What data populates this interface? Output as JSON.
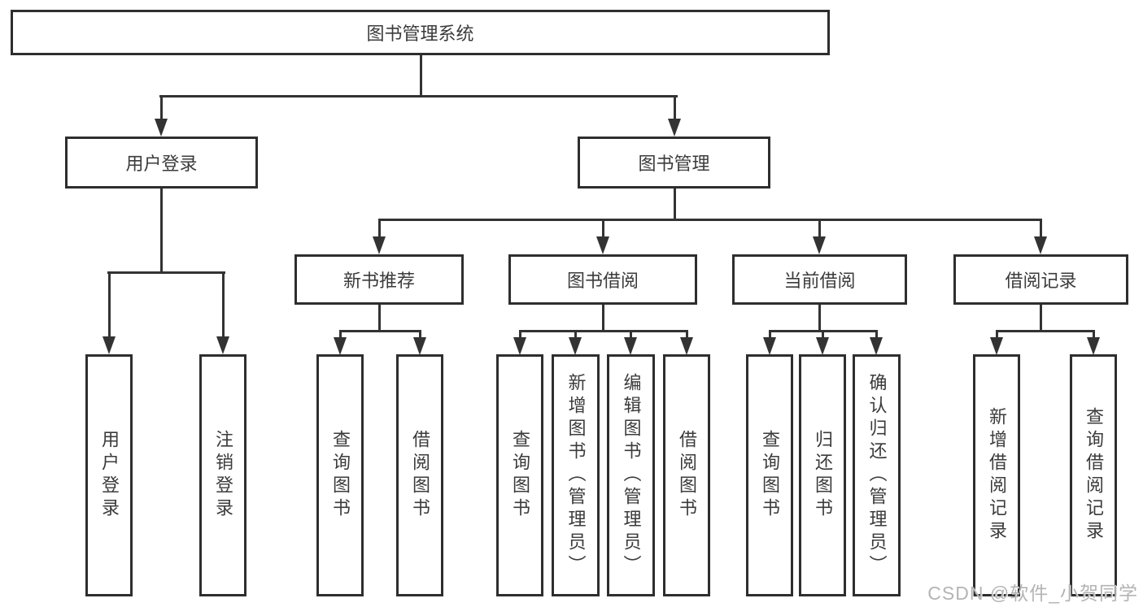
{
  "nodes": {
    "root": {
      "label": "图书管理系统"
    },
    "level2": {
      "user_login": {
        "label": "用户登录"
      },
      "book_mgmt": {
        "label": "图书管理"
      }
    },
    "level3": {
      "new_book_rec": {
        "label": "新书推荐"
      },
      "book_borrow": {
        "label": "图书借阅"
      },
      "current_borrow": {
        "label": "当前借阅"
      },
      "borrow_records": {
        "label": "借阅记录"
      }
    },
    "leaves": {
      "user_login": {
        "label": "用户登录"
      },
      "logout": {
        "label": "注销登录"
      },
      "query_book_rec": {
        "label": "查询图书"
      },
      "borrow_book_rec": {
        "label": "借阅图书"
      },
      "query_book_borrow": {
        "label": "查询图书"
      },
      "add_book_admin": {
        "label": "新增图书（管理员）"
      },
      "edit_book_admin": {
        "label": "编辑图书（管理员）"
      },
      "borrow_book_borrow": {
        "label": "借阅图书"
      },
      "query_book_current": {
        "label": "查询图书"
      },
      "return_book": {
        "label": "归还图书"
      },
      "confirm_return_admin": {
        "label": "确认归还（管理员）"
      },
      "add_borrow_record": {
        "label": "新增借阅记录"
      },
      "query_borrow_record": {
        "label": "查询借阅记录"
      }
    }
  },
  "watermark": {
    "text": "CSDN @软件_小贺同学"
  },
  "colors": {
    "line": "#333333",
    "border": "#2e2e2e",
    "text": "#3b3b3b",
    "background": "#ffffff",
    "watermark": "#b4b4b4"
  }
}
